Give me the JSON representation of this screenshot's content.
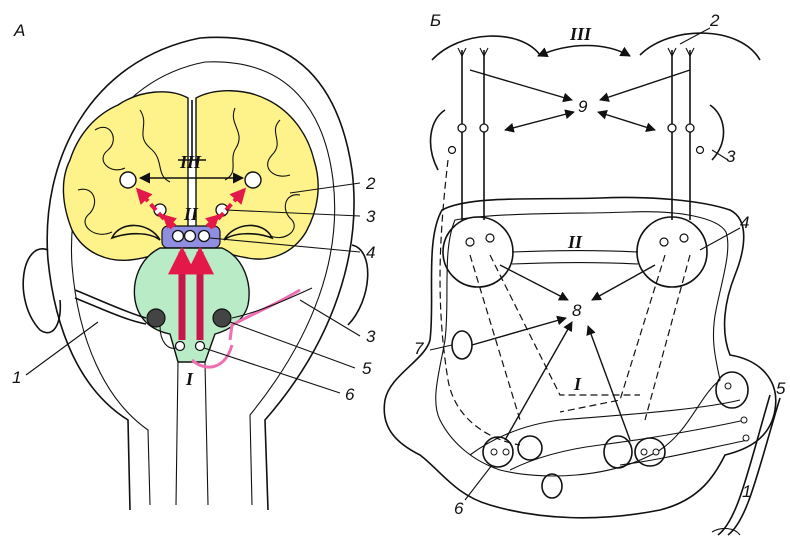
{
  "panels": {
    "left": {
      "letter": "А",
      "numbers": [
        "1",
        "2",
        "3",
        "4",
        "3",
        "5",
        "6"
      ],
      "levels": [
        "I",
        "II",
        "III"
      ]
    },
    "right": {
      "letter": "Б",
      "numbers": [
        "1",
        "2",
        "3",
        "4",
        "5",
        "6",
        "7",
        "8",
        "9"
      ],
      "levels": [
        "I",
        "II",
        "III"
      ]
    }
  },
  "colors": {
    "cortex": "#fdf38a",
    "brainstem": "#b9ebc7",
    "thalamus": "#8f8ee0",
    "arrow_red": "#e5184a",
    "arrow_pink": "#ee6fb0",
    "outline": "#111111"
  }
}
